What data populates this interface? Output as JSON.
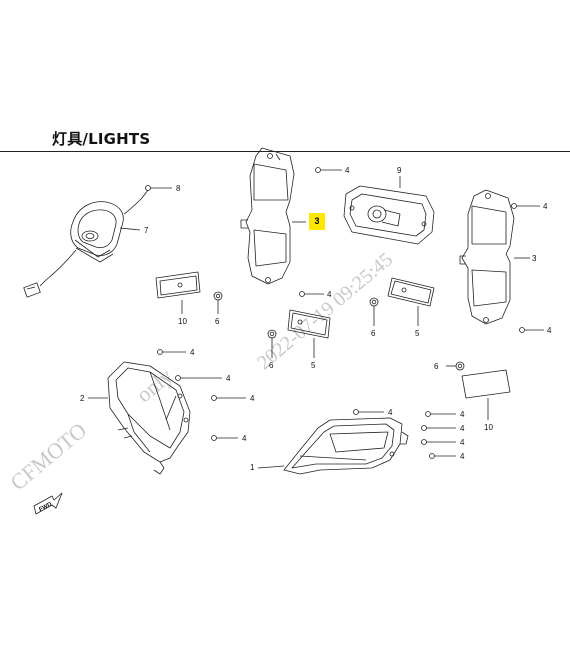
{
  "title": "灯具/LIGHTS",
  "watermark": {
    "brand": "CFMOTO",
    "text": "2022-07-19  09:25:45",
    "middle": "only"
  },
  "highlight": {
    "label": "3",
    "color": "#ffe800"
  },
  "fwd_label": "FWD",
  "callouts": [
    "1",
    "2",
    "3",
    "4",
    "5",
    "6",
    "7",
    "8",
    "9",
    "10"
  ]
}
